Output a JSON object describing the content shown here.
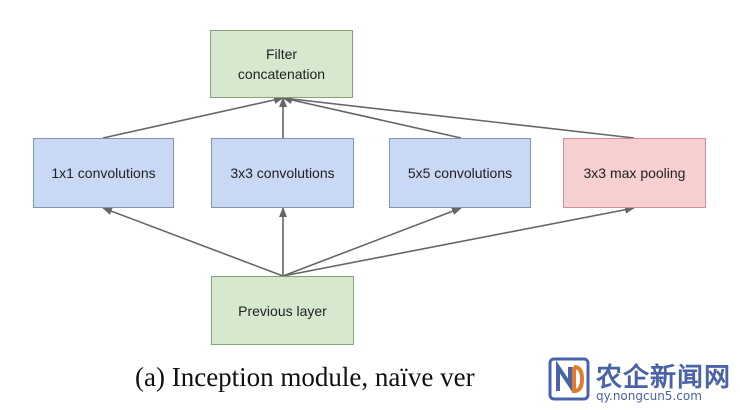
{
  "nodes": {
    "filter": "Filter\nconcatenation",
    "conv1": "1x1 convolutions",
    "conv3": "3x3 convolutions",
    "conv5": "5x5 convolutions",
    "pool": "3x3 max pooling",
    "prev": "Previous layer"
  },
  "caption": "(a)  Inception module, naïve ver",
  "watermark": {
    "title": "农企新闻网",
    "url": "qy.nongcun5.com"
  },
  "colors": {
    "green": "#d6e9cf",
    "blue": "#c9d8f4",
    "red": "#f6cfd1",
    "arrow": "#666666"
  }
}
